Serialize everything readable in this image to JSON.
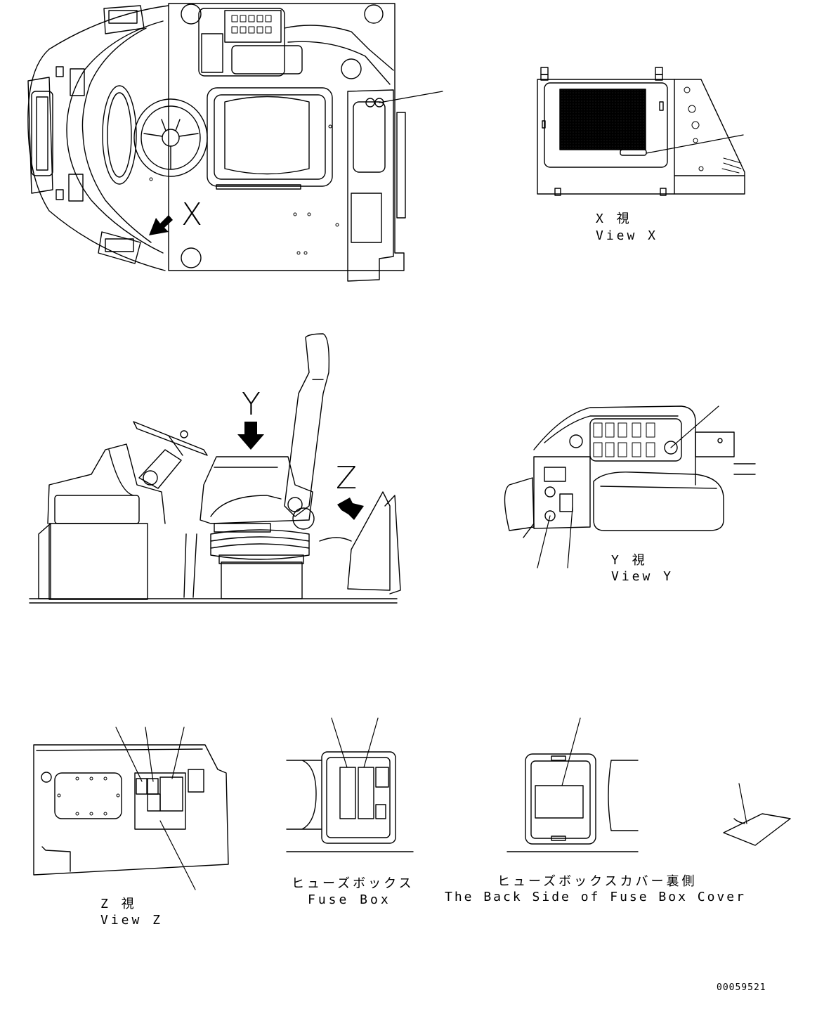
{
  "views": {
    "x": {
      "jp": "X 視",
      "en": "View X"
    },
    "y": {
      "jp": "Y 視",
      "en": "View Y"
    },
    "z": {
      "jp": "Z 視",
      "en": "View Z"
    }
  },
  "fuse_box": {
    "jp": "ヒューズボックス",
    "en": "Fuse Box"
  },
  "fuse_box_cover": {
    "jp": "ヒューズボックスカバー裏側",
    "en": "The Back Side of Fuse Box Cover"
  },
  "arrows": {
    "x": "X",
    "y": "Y",
    "z": "Z"
  },
  "document_number": "00059521"
}
